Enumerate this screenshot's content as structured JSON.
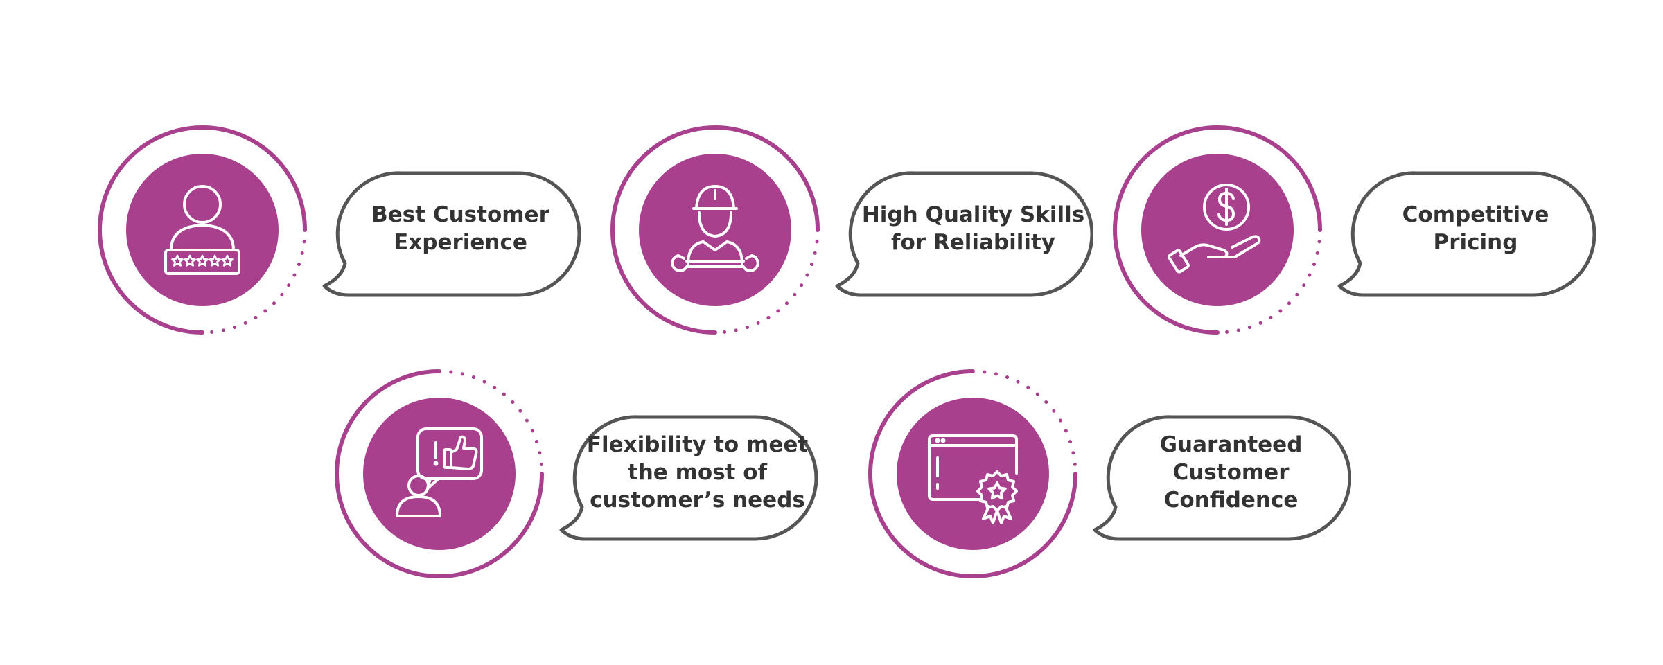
{
  "colors": {
    "accent": "#a8408e",
    "outline": "#555555",
    "text": "#333333",
    "icon": "#ffffff",
    "background": "#ffffff"
  },
  "features": [
    {
      "id": "best-customer-experience",
      "label": "Best Customer\nExperience",
      "icon": "user-rating-icon"
    },
    {
      "id": "high-quality-skills",
      "label": "High Quality Skills\nfor Reliability",
      "icon": "mechanic-wrench-icon"
    },
    {
      "id": "competitive-pricing",
      "label": "Competitive\nPricing",
      "icon": "hand-dollar-icon"
    },
    {
      "id": "flexibility",
      "label": "Flexibility to meet\nthe most of\ncustomer’s needs",
      "icon": "user-thumbs-up-icon"
    },
    {
      "id": "guaranteed-confidence",
      "label": "Guaranteed\nCustomer\nConfidence",
      "icon": "certificate-badge-icon"
    }
  ]
}
